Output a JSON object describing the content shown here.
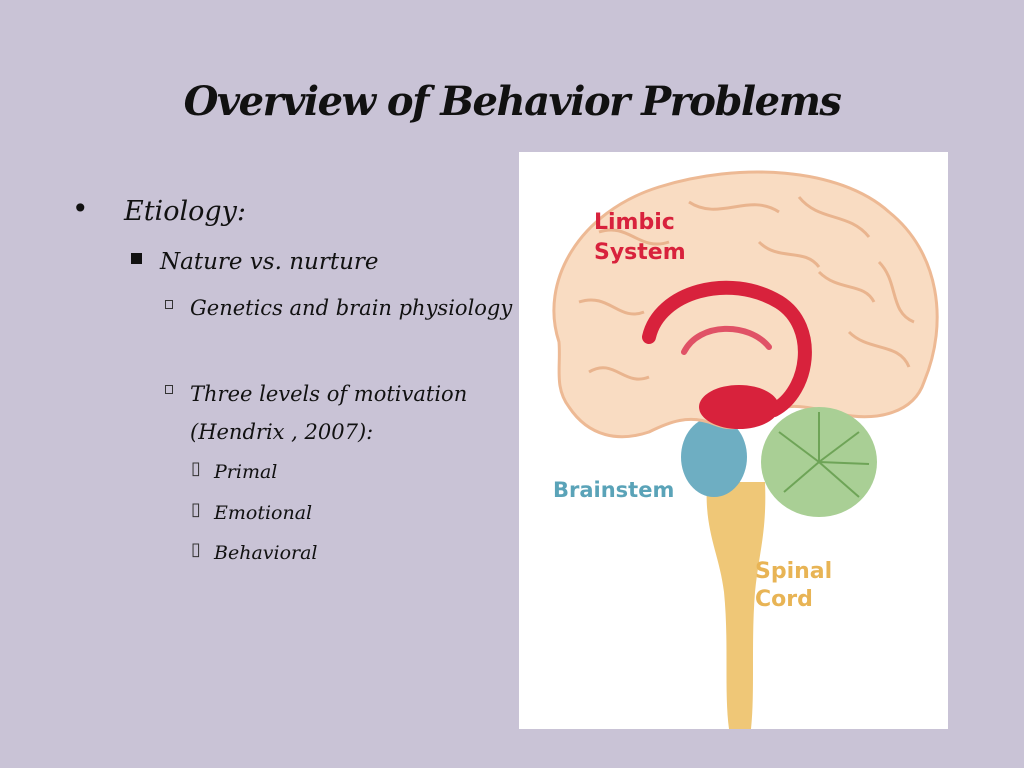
{
  "slide": {
    "title": "Overview of Behavior Problems",
    "bullets": {
      "level1": "Etiology:",
      "level2": "Nature vs. nurture",
      "item_genetics": "Genetics and brain physiology",
      "item_levels_line1": "Three levels of motivation",
      "item_levels_line2": "(Hendrix , 2007):",
      "sub_items": [
        "Primal",
        "Emotional",
        "Behavioral"
      ]
    }
  },
  "figure": {
    "labels": {
      "limbic_line1": "Limbic",
      "limbic_line2": "System",
      "brainstem": "Brainstem",
      "spinal_line1": "Spinal",
      "spinal_line2": "Cord"
    },
    "colors": {
      "limbic": "#d8223c",
      "brainstem": "#5aa3b8",
      "spinal": "#e8b455",
      "cerebellum": "#8fbf7a",
      "cortex": "#f9d9bf"
    }
  }
}
